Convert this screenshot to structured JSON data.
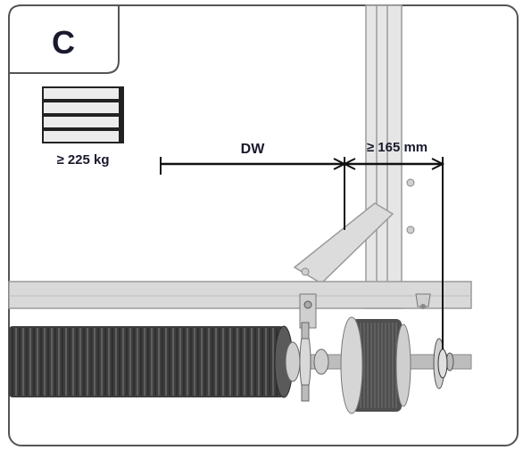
{
  "panel": {
    "badge_letter": "C"
  },
  "weight_icon": {
    "label": "≥ 225 kg"
  },
  "dimensions": {
    "dw_label": "DW",
    "clearance_label": "≥ 165 mm"
  },
  "colors": {
    "frame_border": "#555555",
    "rail": "#d9d9d9",
    "rail_edge": "#9a9a9a",
    "spring_dark": "#3a3a3a",
    "drum_dark": "#4a4a4a",
    "shaft": "#bdbdbd",
    "dimension_line": "#111111",
    "text": "#1a1a2e"
  }
}
